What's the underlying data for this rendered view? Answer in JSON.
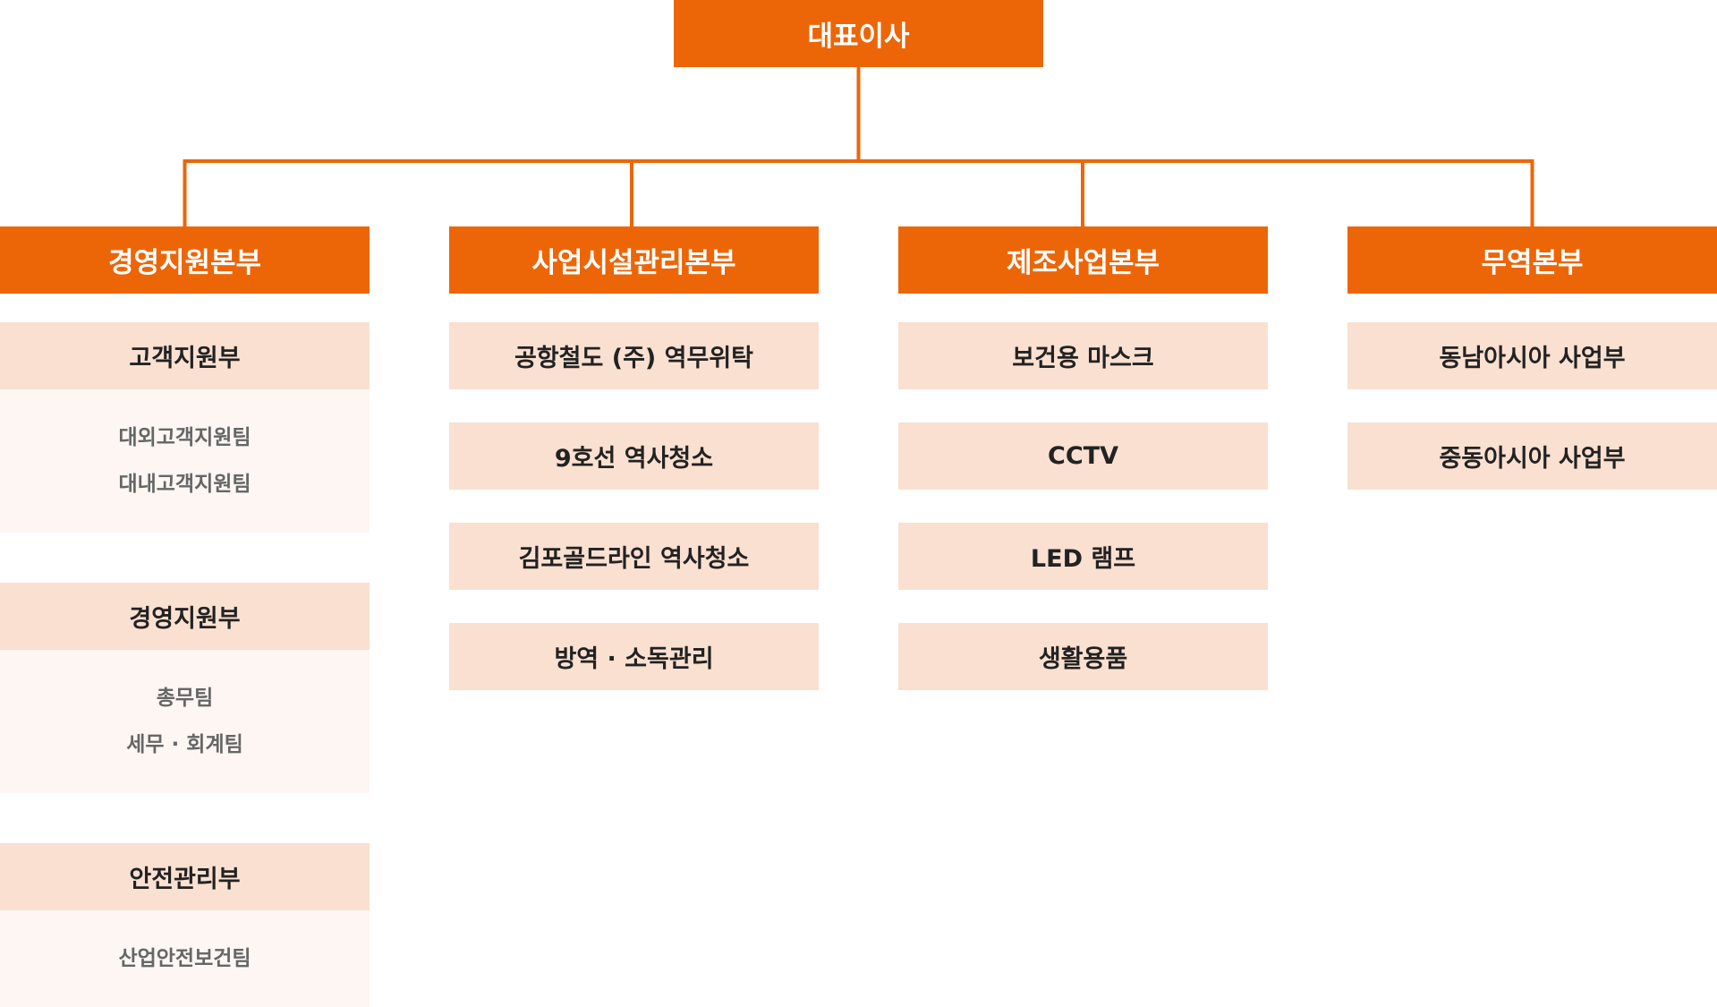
{
  "ceo": "대표이사",
  "colors": {
    "primary": "#ec6608",
    "dept_bg": "#fae0d0",
    "team_bg": "#fdf6f2",
    "team_text": "#666666"
  },
  "divisions": [
    {
      "name": "경영지원본부",
      "departments": [
        {
          "name": "고객지원부",
          "teams": [
            "대외고객지원팀",
            "대내고객지원팀"
          ]
        },
        {
          "name": "경영지원부",
          "teams": [
            "총무팀",
            "세무 · 회계팀"
          ]
        },
        {
          "name": "안전관리부",
          "teams": [
            "산업안전보건팀"
          ]
        }
      ]
    },
    {
      "name": "사업시설관리본부",
      "departments": [
        {
          "name": "공항철도 (주) 역무위탁"
        },
        {
          "name": "9호선 역사청소"
        },
        {
          "name": "김포골드라인 역사청소"
        },
        {
          "name": "방역 · 소독관리"
        }
      ]
    },
    {
      "name": "제조사업본부",
      "departments": [
        {
          "name": "보건용 마스크"
        },
        {
          "name": "CCTV"
        },
        {
          "name": "LED 램프"
        },
        {
          "name": "생활용품"
        }
      ]
    },
    {
      "name": "무역본부",
      "departments": [
        {
          "name": "동남아시아 사업부"
        },
        {
          "name": "중동아시아 사업부"
        }
      ]
    }
  ]
}
